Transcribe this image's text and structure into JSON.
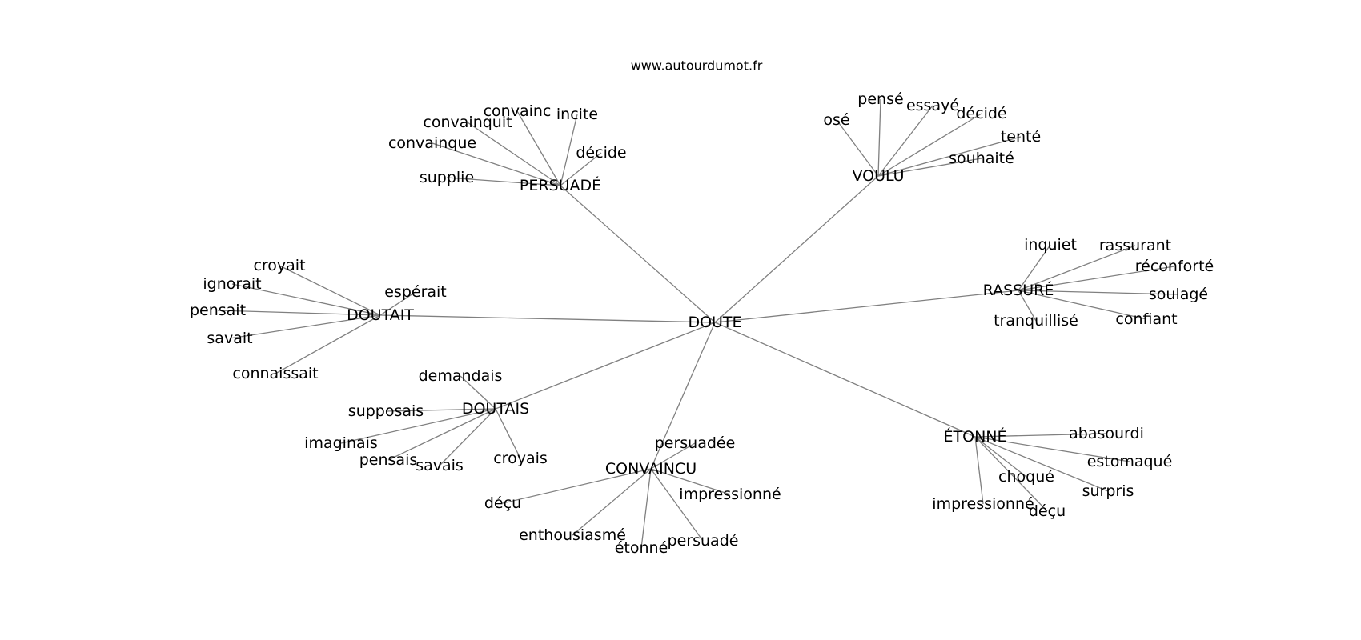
{
  "site": "www.autourdumot.fr",
  "center": "DOUTE",
  "hubs": [
    {
      "label": "PERSUADÉ",
      "leaves": [
        "supplie",
        "convainque",
        "convainquit",
        "convainc",
        "incite",
        "décide"
      ]
    },
    {
      "label": "VOULU",
      "leaves": [
        "osé",
        "pensé",
        "essayé",
        "décidé",
        "tenté",
        "souhaité"
      ]
    },
    {
      "label": "RASSURÉ",
      "leaves": [
        "inquiet",
        "rassurant",
        "réconforté",
        "soulagé",
        "confiant",
        "tranquillisé"
      ]
    },
    {
      "label": "DOUTAIT",
      "leaves": [
        "croyait",
        "ignorait",
        "pensait",
        "savait",
        "connaissait",
        "espérait"
      ]
    },
    {
      "label": "DOUTAIS",
      "leaves": [
        "demandais",
        "supposais",
        "imaginais",
        "pensais",
        "savais",
        "croyais"
      ]
    },
    {
      "label": "CONVAINCU",
      "leaves": [
        "persuadée",
        "impressionné",
        "persuadé",
        "étonné",
        "enthousiasmé",
        "déçu"
      ]
    },
    {
      "label": "ÉTONNÉ",
      "leaves": [
        "abasourdi",
        "estomaqué",
        "surpris",
        "déçu",
        "choqué",
        "impressionné"
      ]
    }
  ]
}
